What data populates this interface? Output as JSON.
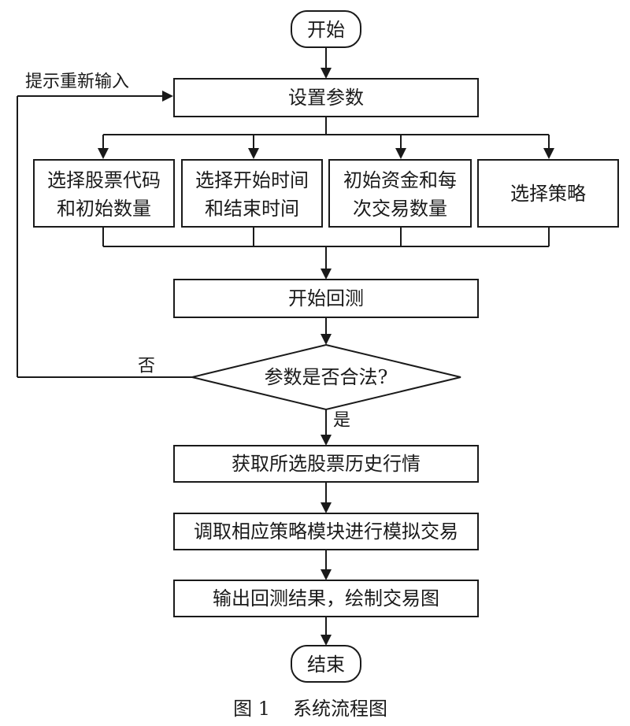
{
  "flowchart": {
    "start": "开始",
    "set_params": "设置参数",
    "prompt_reenter": "提示重新输入",
    "options": [
      {
        "line1": "选择股票代码",
        "line2": "和初始数量"
      },
      {
        "line1": "选择开始时间",
        "line2": "和结束时间"
      },
      {
        "line1": "初始资金和每",
        "line2": "次交易数量"
      },
      {
        "line1": "选择策略",
        "line2": ""
      }
    ],
    "start_backtest": "开始回测",
    "decision": "参数是否合法?",
    "no_label": "否",
    "yes_label": "是",
    "get_history": "获取所选股票历史行情",
    "simulate": "调取相应策略模块进行模拟交易",
    "output": "输出回测结果，绘制交易图",
    "end": "结束"
  },
  "caption": {
    "number": "图 1",
    "title": "系统流程图"
  }
}
